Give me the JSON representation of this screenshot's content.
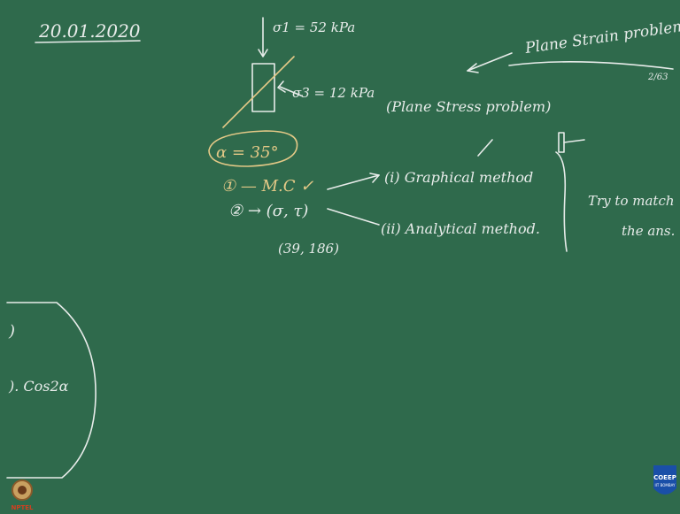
{
  "board": {
    "date": "20.01.2020",
    "sigma1": "σ1 = 52 kPa",
    "sigma3": "σ3 = 12 kPa",
    "alpha": "α = 35°",
    "plane_stress": "(Plane Stress problem)",
    "plane_strain": "Plane Strain problems",
    "page_ref": "2/63",
    "step1": "① — M.C ✓",
    "step2": "② → (σ, τ)",
    "method1": "(i) Graphical method",
    "method2": "(ii) Analytical method.",
    "coords": "(39, 186)",
    "match1": "Try to match",
    "match2": "the ans.",
    "cos": "). Cos2α"
  },
  "logos": {
    "coeep": "COEEP",
    "coeep_sub": "IIT BOMBAY",
    "nptel": "NPTEL"
  },
  "colors": {
    "board": "#2f6a4c",
    "chalk_white": "#e8ecea",
    "chalk_yellow": "#e4c987"
  }
}
